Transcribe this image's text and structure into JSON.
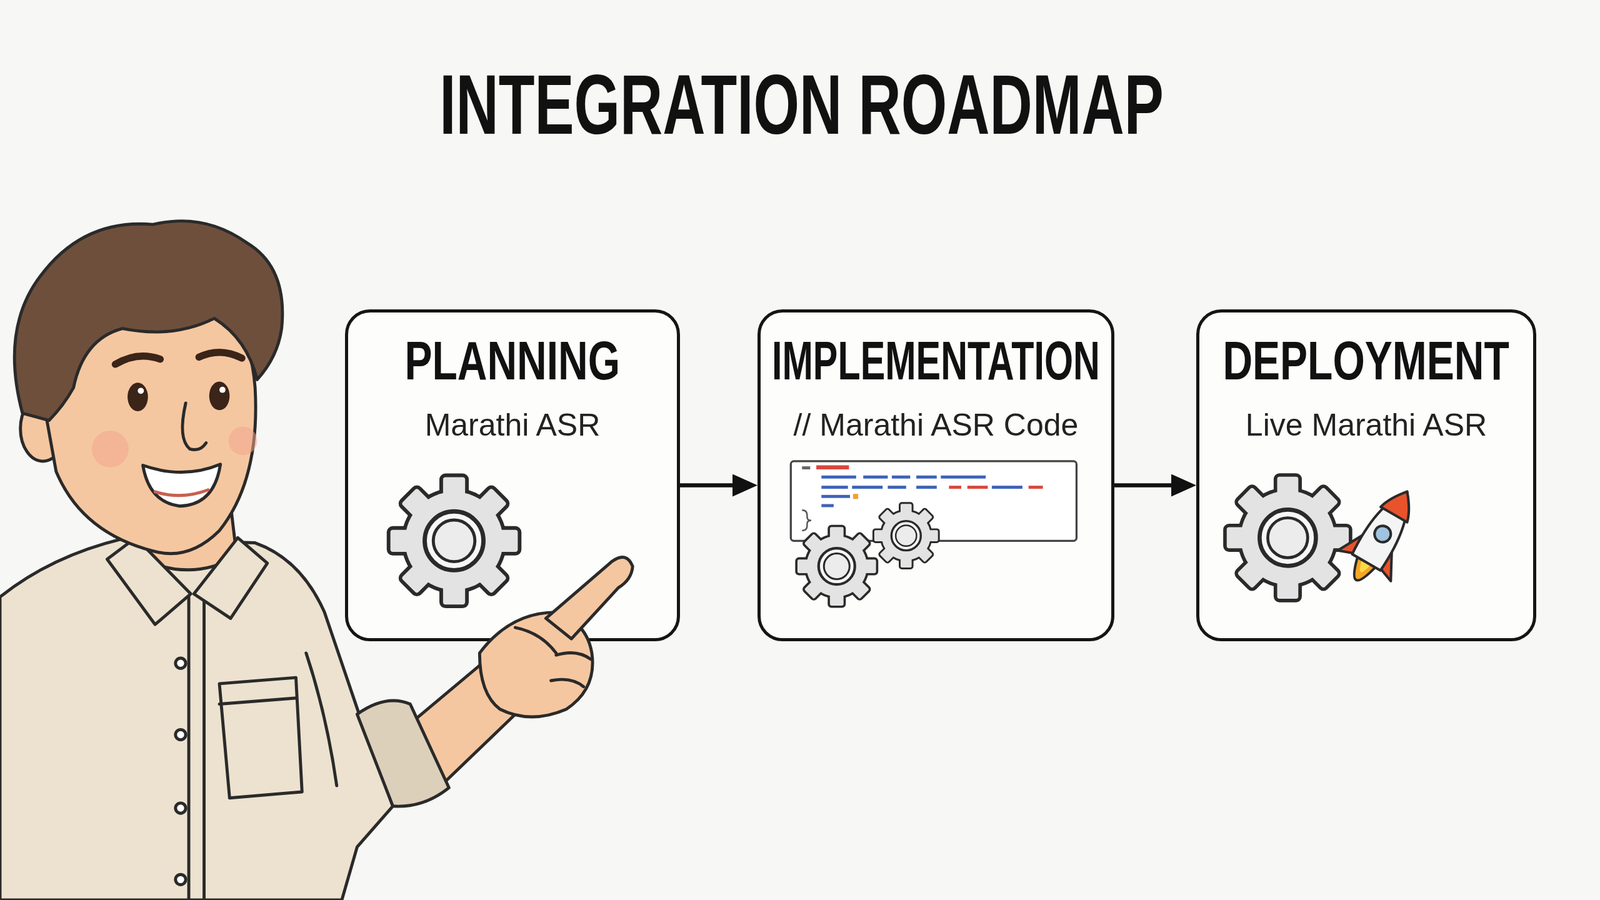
{
  "diagram": {
    "title": "INTEGRATION ROADMAP",
    "nodes": [
      {
        "text": [
          "PLANNING",
          "Marathi ASR"
        ]
      },
      {
        "text": [
          "IMPLEMENTATION",
          "// Marathi ASR Code"
        ]
      },
      {
        "text": [
          "DEPLOYMENT",
          "Live Marathi ASR"
        ]
      }
    ],
    "edges": [
      {
        "from": 0,
        "to": 1,
        "arrow": "to"
      },
      {
        "from": 1,
        "to": 2,
        "arrow": "to"
      }
    ]
  }
}
